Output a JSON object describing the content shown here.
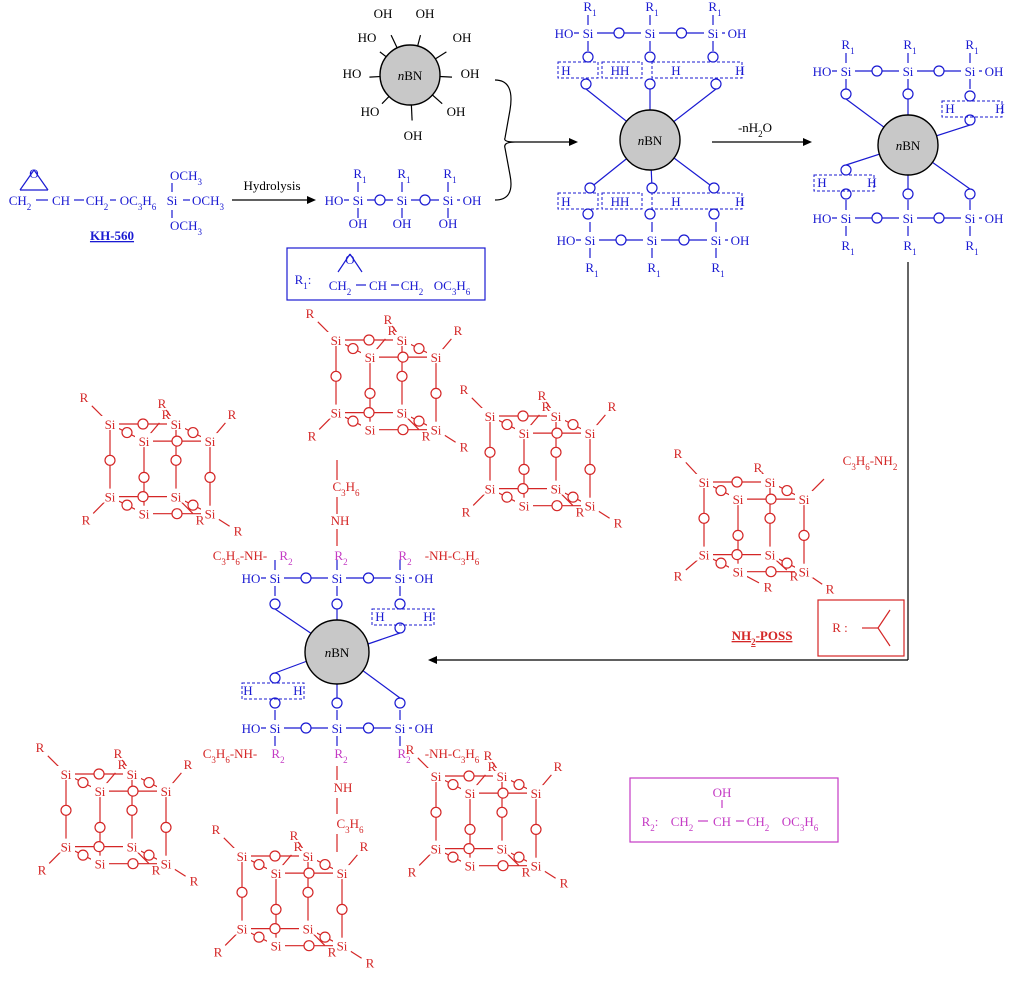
{
  "colors": {
    "kh560_blue": "#1a1ad2",
    "poss_red": "#d42626",
    "r2_magenta": "#c43ac4",
    "nbn_fill": "#c8c8c8",
    "text_black": "#000000"
  },
  "nanoparticle": {
    "label": "nBN",
    "italic_part": "n",
    "roman_part": "BN",
    "hydroxyl": "OH",
    "hydroxyl_left": "HO"
  },
  "kh560": {
    "name": "KH-560",
    "epoxy_o": "O",
    "ch2": "CH",
    "ch": "CH",
    "chain": "CH",
    "oc3h6": "OC",
    "si": "Si",
    "och3": "OCH"
  },
  "labels": {
    "hydrolysis": "Hydrolysis",
    "condensation": "-nH",
    "condensation_tail": "O",
    "r1_key": "R",
    "r1_def_ch2": "CH",
    "r1_def_ch": "CH",
    "r1_def_chain": "CH",
    "r1_def_oc": "OC",
    "r2_key": "R",
    "r2_oh": "OH",
    "r_key": "R :",
    "nh2_poss": "NH",
    "nh2_poss_tail": "-POSS"
  },
  "atoms": {
    "si": "Si",
    "o": "O",
    "h": "H",
    "hh": "HH",
    "ho": "HO",
    "oh": "OH",
    "r": "R",
    "r1": "R",
    "r2": "R",
    "nh": "NH",
    "c3h6": "C",
    "nh2": "-NH",
    "c3h6nh": "-NH-",
    "r2nh": "-NH-",
    "sub1": "1",
    "sub2": "2",
    "sub3": "3",
    "sub6": "6"
  }
}
